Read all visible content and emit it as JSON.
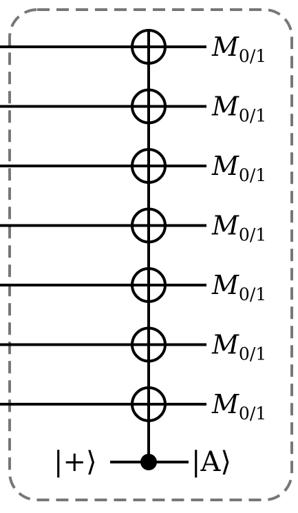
{
  "diagram": {
    "type": "quantum-circuit",
    "target_wire_count": 7,
    "targets": [
      {
        "gate": "CNOT-target",
        "output_label": {
          "main": "M",
          "subscript": "0/1"
        }
      },
      {
        "gate": "CNOT-target",
        "output_label": {
          "main": "M",
          "subscript": "0/1"
        }
      },
      {
        "gate": "CNOT-target",
        "output_label": {
          "main": "M",
          "subscript": "0/1"
        }
      },
      {
        "gate": "CNOT-target",
        "output_label": {
          "main": "M",
          "subscript": "0/1"
        }
      },
      {
        "gate": "CNOT-target",
        "output_label": {
          "main": "M",
          "subscript": "0/1"
        }
      },
      {
        "gate": "CNOT-target",
        "output_label": {
          "main": "M",
          "subscript": "0/1"
        }
      },
      {
        "gate": "CNOT-target",
        "output_label": {
          "main": "M",
          "subscript": "0/1"
        }
      }
    ],
    "control": {
      "input_label": "|+⟩",
      "output_label": "|A⟩",
      "marker": "filled-dot"
    },
    "box": {
      "style": "dashed-rounded",
      "color": "#777777"
    },
    "ink_color": "#000000"
  }
}
